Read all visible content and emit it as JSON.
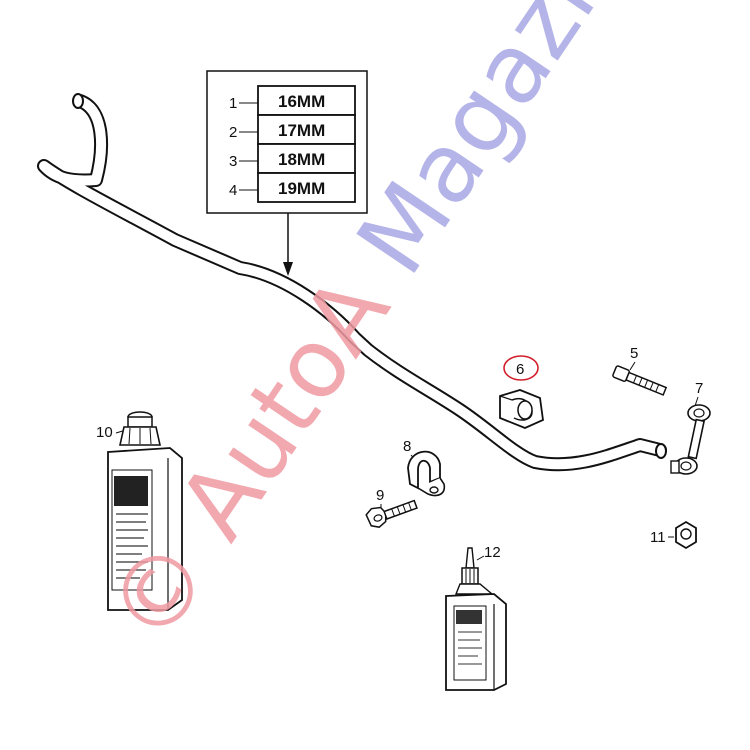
{
  "size_table": {
    "rows": [
      {
        "num": "1",
        "size": "16MM"
      },
      {
        "num": "2",
        "size": "17MM"
      },
      {
        "num": "3",
        "size": "18MM"
      },
      {
        "num": "4",
        "size": "19MM"
      }
    ]
  },
  "callouts": {
    "c5": "5",
    "c6": "6",
    "c7": "7",
    "c8": "8",
    "c9": "9",
    "c10": "10",
    "c11": "11",
    "c12": "12"
  },
  "watermark": {
    "part1": "© AutoA",
    "part2": " Magazin",
    "color1": "#ef9aa2",
    "color2": "#a9a8e6"
  },
  "colors": {
    "line": "#111111",
    "highlight": "#d21e2b"
  }
}
